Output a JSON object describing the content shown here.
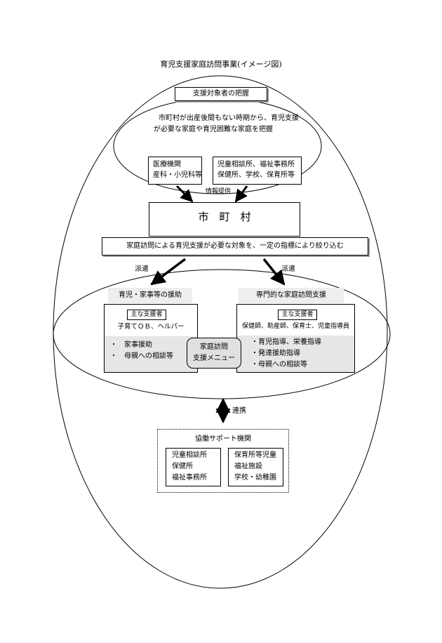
{
  "title": "育児支援家庭訪問事業(イメージ図)",
  "grasp": {
    "heading": "支援対象者の把握",
    "desc_line1": "市町村が出産後間もない時期から、育児支援",
    "desc_line2": "が必要な家庭や育児困難な家庭を把握",
    "medical": {
      "line1": "医療機関",
      "line2": "産科・小児科等"
    },
    "welfare": {
      "line1": "児童相談所、福祉事務所",
      "line2": "保健所、学校、保育所等"
    },
    "info_label": "情報提供"
  },
  "municipality": {
    "label": "市　町　村",
    "narrow": "家庭訪問による育児支援が必要な対象を、一定の指標により絞り込む"
  },
  "dispatch_left": "派遣",
  "dispatch_right": "派遣",
  "left_panel": {
    "heading": "育児・家事等の援助",
    "supporter_title": "主な支援者",
    "supporters": "子育てＯＢ、ヘルパー",
    "items": [
      "・　家事援助",
      "・　母親への相談等"
    ]
  },
  "right_panel": {
    "heading": "専門的な家庭訪問支援",
    "supporter_title": "主な支援者",
    "supporters": "保健師、助産師、保育士、児童指導員",
    "items": [
      "・育児指導、栄養指導",
      "・発達援助指導",
      "・母親への相談等"
    ]
  },
  "menu": {
    "line1": "家庭訪問",
    "line2": "支援メニュー"
  },
  "link_label": "連携",
  "support_org": {
    "heading": "協働サポート機関",
    "left": [
      "児童相談所",
      "保健所",
      "福祉事務所"
    ],
    "right": [
      "保育所等児童",
      "福祉施設",
      "学校・幼稚園"
    ]
  }
}
